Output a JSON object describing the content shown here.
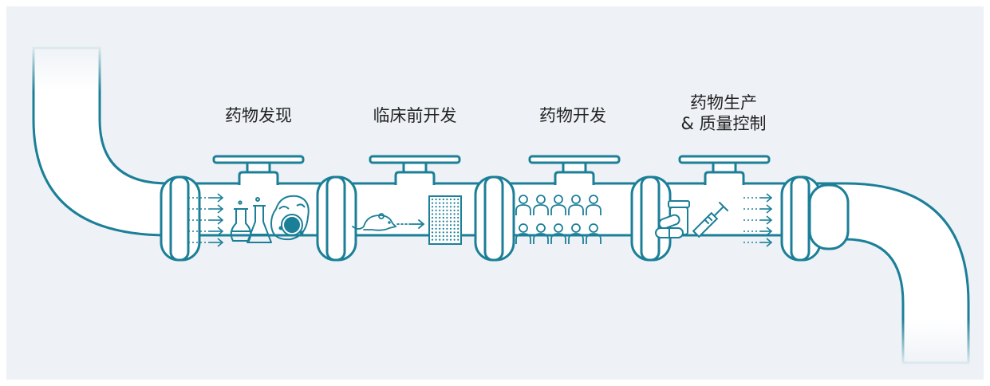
{
  "stages": [
    {
      "id": "discovery",
      "label_lines": [
        "药物发现"
      ]
    },
    {
      "id": "preclinical",
      "label_lines": [
        "临床前开发"
      ]
    },
    {
      "id": "development",
      "label_lines": [
        "药物开发"
      ]
    },
    {
      "id": "manufacturing",
      "label_lines": [
        "药物生产",
        "& 质量控制"
      ]
    }
  ],
  "colors": {
    "pipe_stroke": "#1c7f98",
    "pipe_fill": "#ffffff",
    "background": "#eef2f6",
    "label_text": "#222222"
  },
  "icons": [
    "arrows-in-icon",
    "flasks-icon",
    "cell-icon",
    "mouse-icon",
    "well-plate-icon",
    "people-icon",
    "pills-icon",
    "syringe-icon",
    "arrows-out-icon"
  ]
}
